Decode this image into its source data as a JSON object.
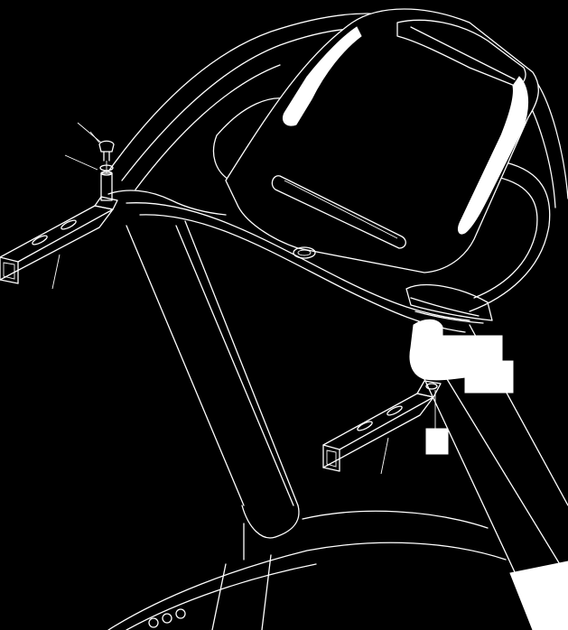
{
  "diagram": {
    "type": "assembly-illustration",
    "background": "#000000",
    "line_color": "#ffffff",
    "parts": [
      "console",
      "handlebar-frame",
      "upright-mast",
      "left-crossbar",
      "right-crossbar",
      "bolt",
      "washer",
      "callout-box"
    ]
  }
}
